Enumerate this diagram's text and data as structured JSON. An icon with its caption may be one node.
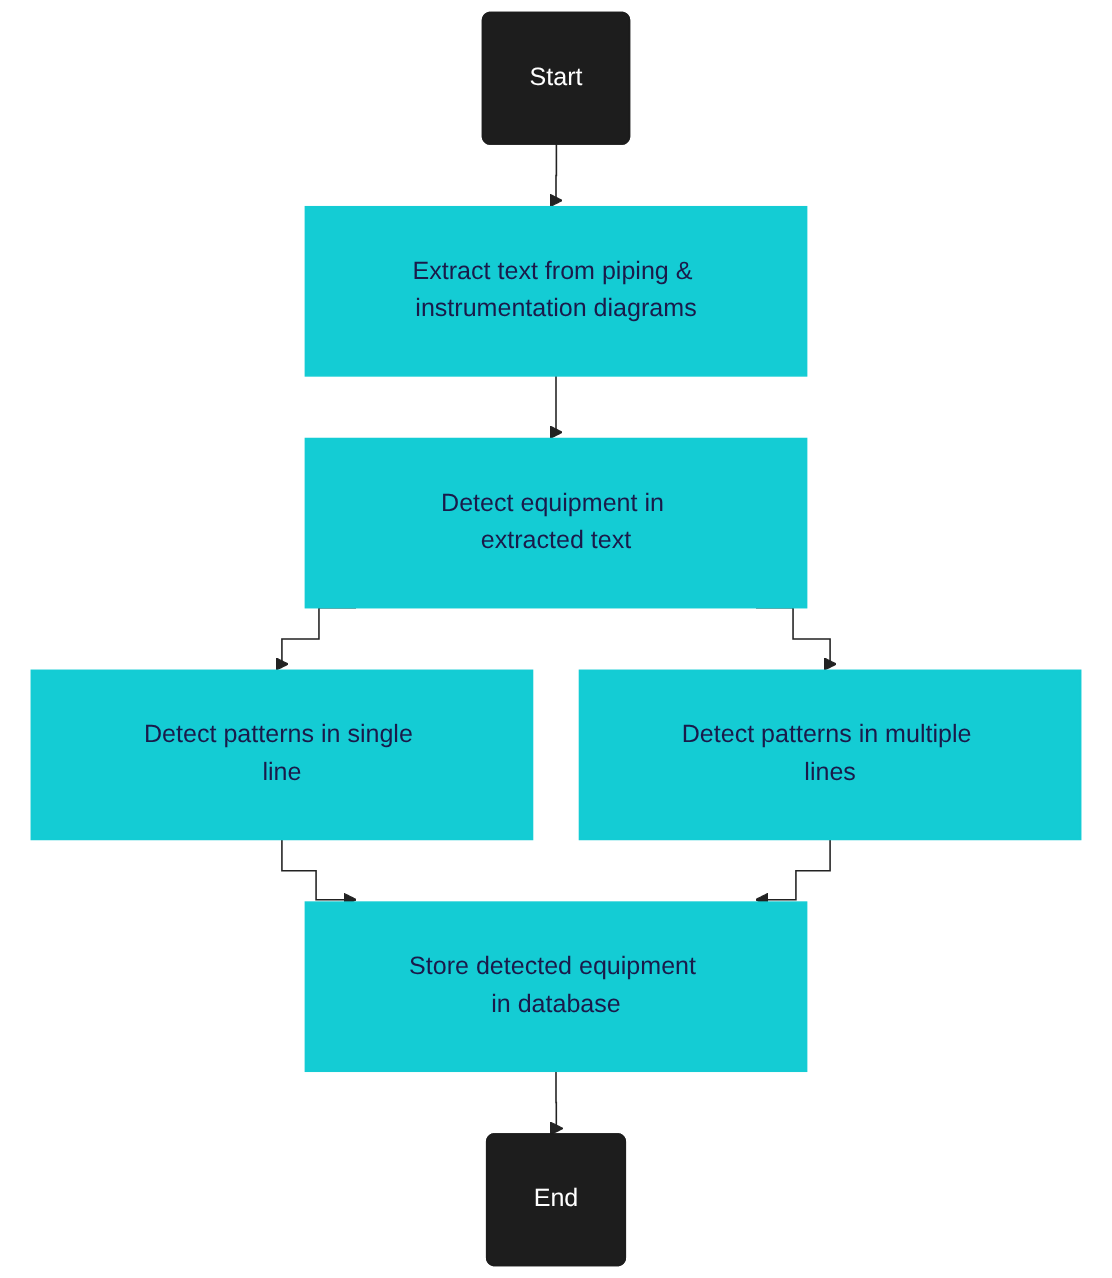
{
  "diagram": {
    "nodes": [
      {
        "text": [
          "Start"
        ]
      },
      {
        "text": [
          "Extract text from piping & instrumentation diagrams"
        ]
      },
      {
        "text": [
          "Detect equipment in extracted text"
        ]
      },
      {
        "text": [
          "Detect patterns in single line"
        ]
      },
      {
        "text": [
          "Detect patterns in multiple lines"
        ]
      },
      {
        "text": [
          "Store detected equipment in database"
        ]
      },
      {
        "text": [
          "End"
        ]
      }
    ],
    "edges": [
      {
        "from": 0,
        "to": 1,
        "arrow": "to"
      },
      {
        "from": 1,
        "to": 2,
        "arrow": "to"
      },
      {
        "from": 2,
        "to": 3,
        "arrow": "to"
      },
      {
        "from": 2,
        "to": 4,
        "arrow": "to"
      },
      {
        "from": 3,
        "to": 5,
        "arrow": "to"
      },
      {
        "from": 4,
        "to": 5,
        "arrow": "to"
      },
      {
        "from": 5,
        "to": 6,
        "arrow": "to"
      }
    ]
  }
}
